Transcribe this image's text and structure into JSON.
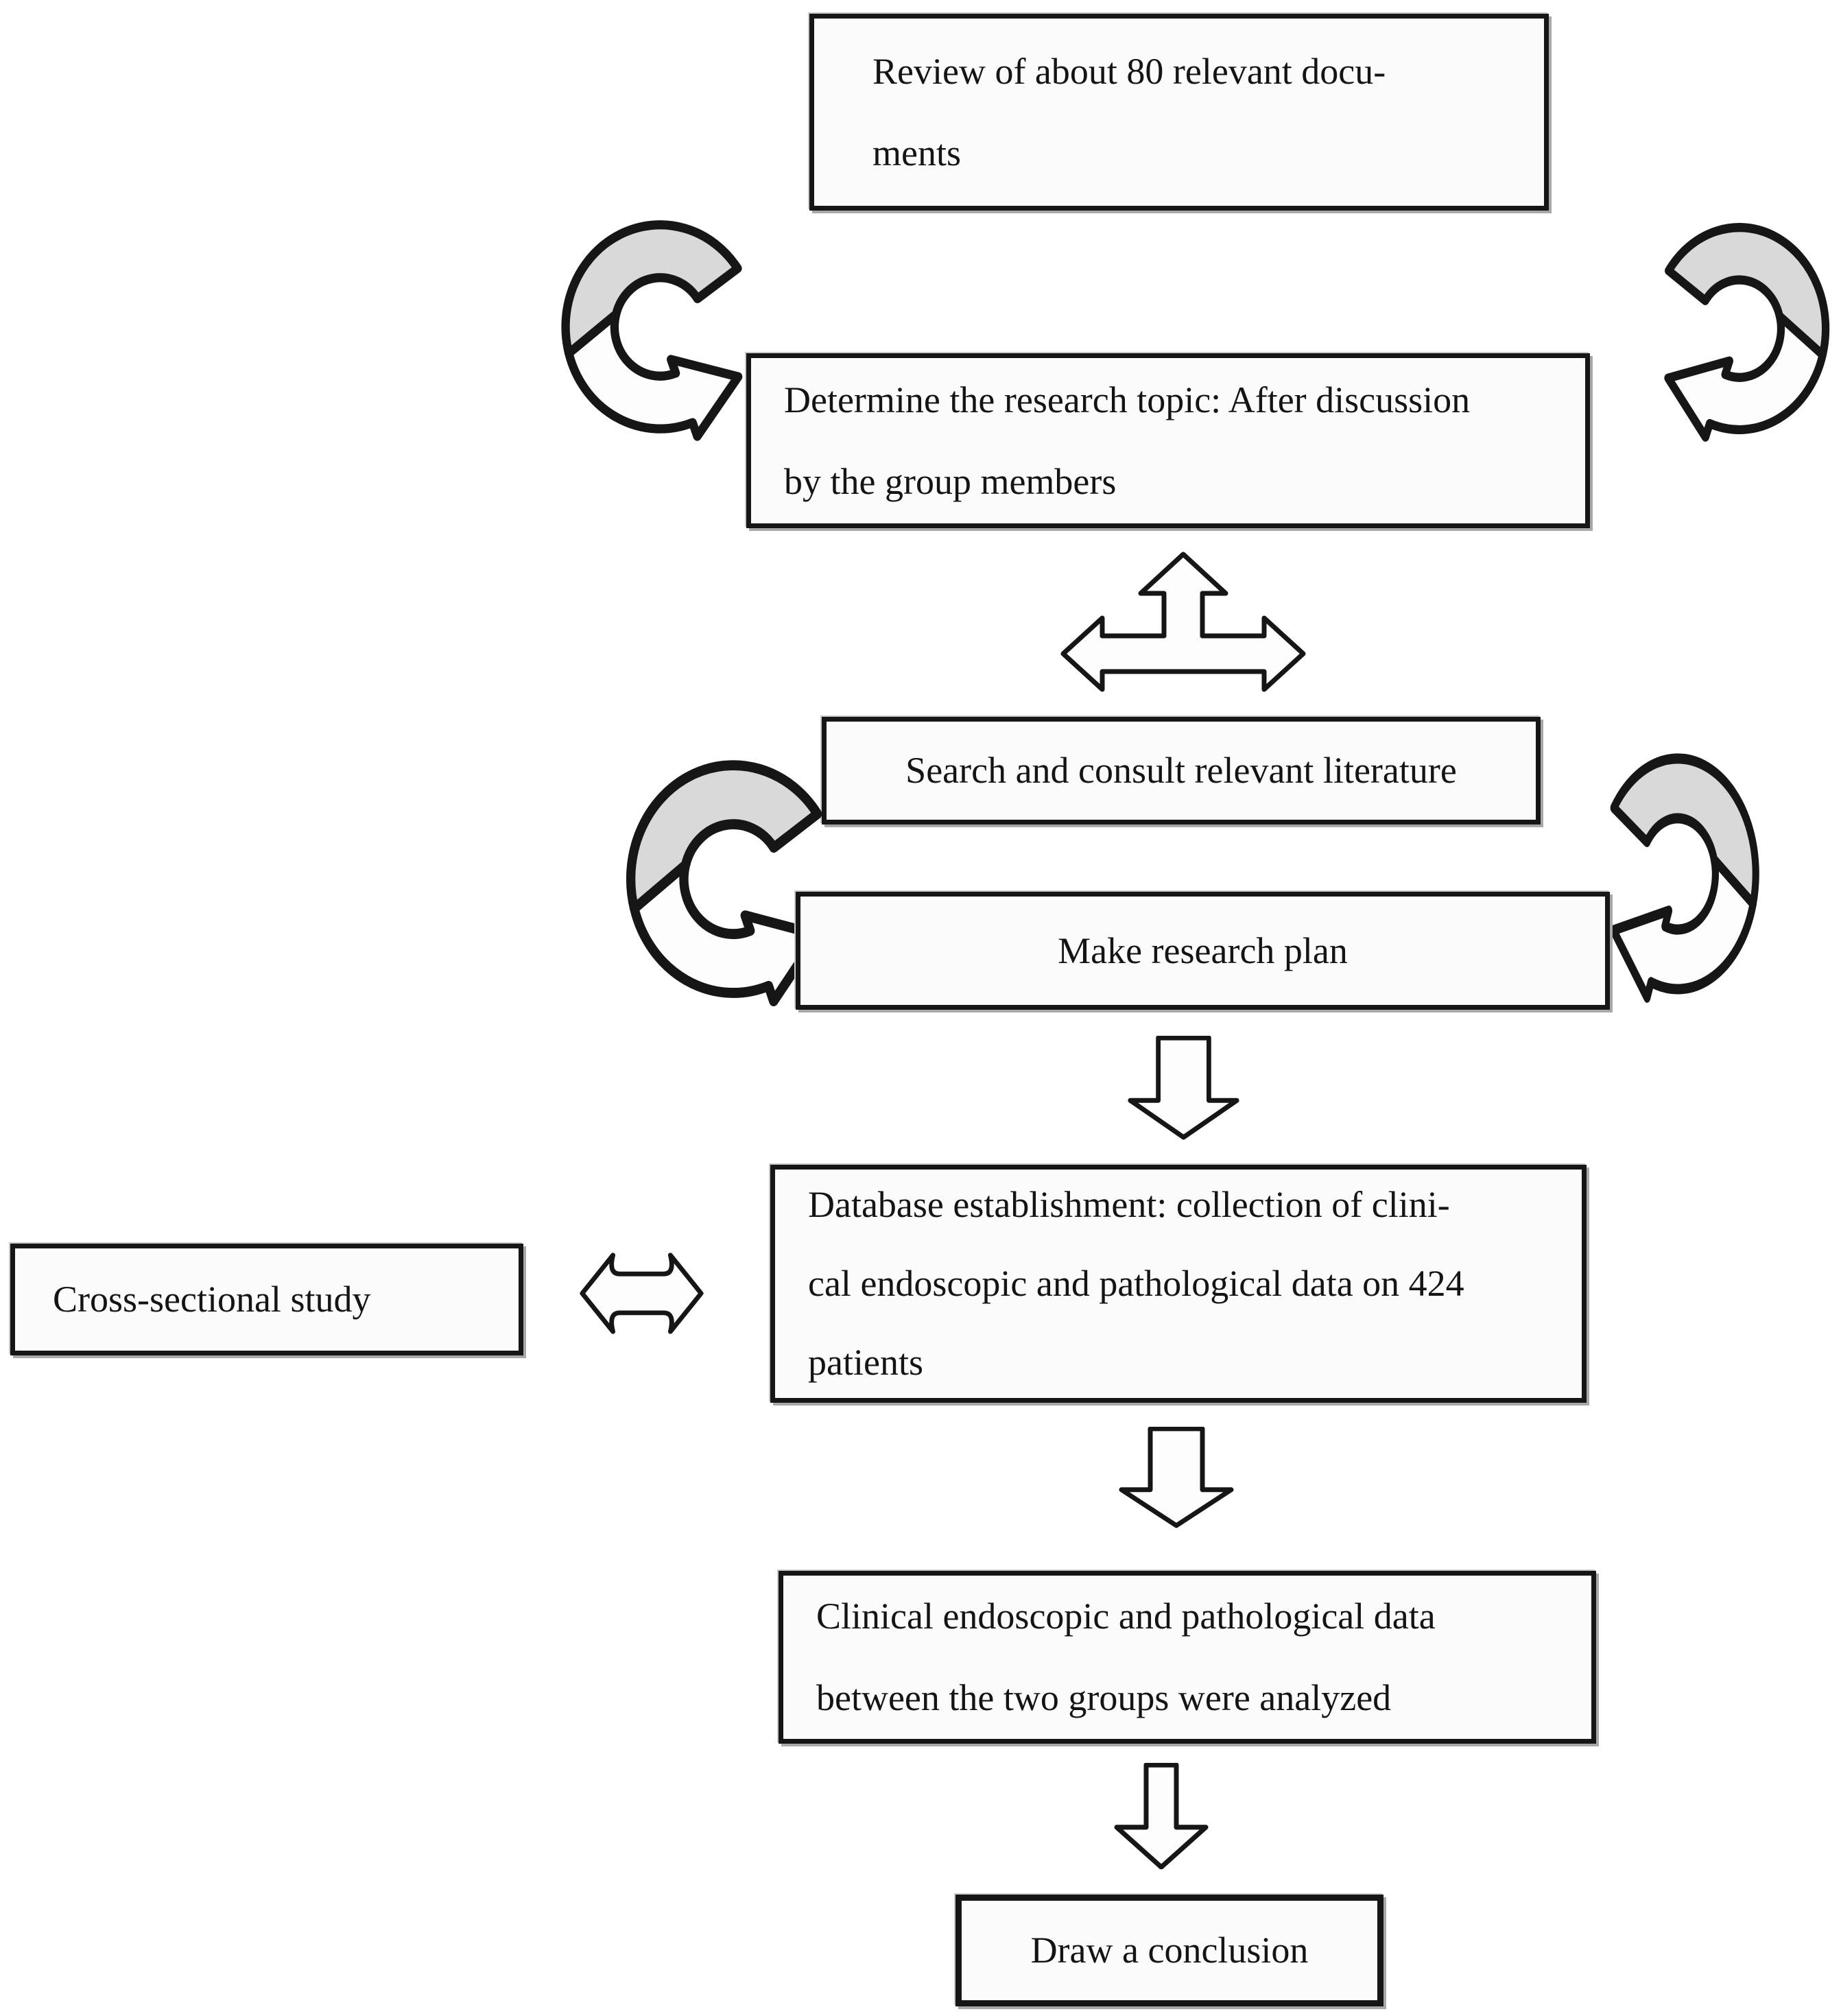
{
  "figure": {
    "type": "flowchart",
    "colors": {
      "background": "#ffffff",
      "box_border": "#161616",
      "box_fill": "#fbfbfb",
      "arrow_fill": "#fdfdfd",
      "ribbon_gray": "#d9d9d9",
      "shadow_gray": "#a8a8a8"
    }
  },
  "boxes": {
    "review": {
      "lines": [
        "Review of about 80 relevant docu-",
        "ments"
      ]
    },
    "determine": {
      "lines": [
        "Determine the research topic: After discussion",
        "by the group members"
      ]
    },
    "search": {
      "lines": [
        "Search and consult relevant literature"
      ]
    },
    "plan": {
      "lines": [
        "Make research plan"
      ]
    },
    "database": {
      "lines": [
        "Database establishment: collection of clini-",
        "cal endoscopic and pathological data on 424",
        "patients"
      ]
    },
    "cross": {
      "lines": [
        "Cross-sectional study"
      ]
    },
    "clinical": {
      "lines": [
        "Clinical endoscopic and pathological data",
        "between the two groups were analyzed"
      ]
    },
    "conclusion": {
      "lines": [
        "Draw a conclusion"
      ]
    }
  },
  "icons": [
    "curved-ribbon-arrow-top-left",
    "curved-ribbon-arrow-top-right",
    "three-way-arrow",
    "curved-ribbon-arrow-mid-left",
    "curved-ribbon-arrow-mid-right",
    "down-block-arrow-1",
    "left-right-double-arrow",
    "down-block-arrow-2",
    "down-block-arrow-3"
  ]
}
